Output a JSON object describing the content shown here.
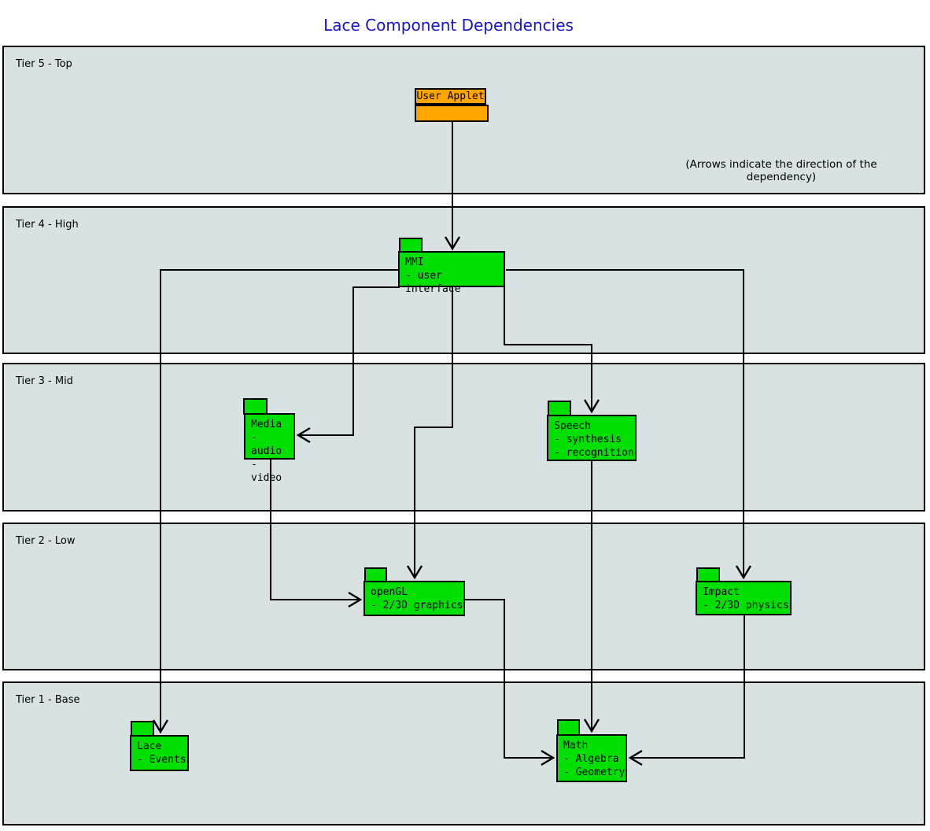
{
  "title": "Lace Component Dependencies",
  "annotation": "(Arrows indicate the direction of the dependency)",
  "tiers": [
    {
      "label": "Tier 5 - Top"
    },
    {
      "label": "Tier 4 - High"
    },
    {
      "label": "Tier 3 - Mid"
    },
    {
      "label": "Tier 2 - Low"
    },
    {
      "label": "Tier 1 - Base"
    }
  ],
  "nodes": {
    "user_applet": {
      "label": "User Applet"
    },
    "mmi": {
      "title": "MMI",
      "lines": [
        "- user interface"
      ]
    },
    "media": {
      "title": "Media",
      "lines": [
        "- audio",
        "- video"
      ]
    },
    "speech": {
      "title": "Speech",
      "lines": [
        "- synthesis",
        "- recognition"
      ]
    },
    "opengl": {
      "title": "openGL",
      "lines": [
        "- 2/3D graphics"
      ]
    },
    "impact": {
      "title": "Impact",
      "lines": [
        "- 2/3D physics"
      ]
    },
    "lace": {
      "title": "Lace",
      "lines": [
        "- Events"
      ]
    },
    "math": {
      "title": "Math",
      "lines": [
        "- Algebra",
        "- Geometry"
      ]
    }
  },
  "edges": [
    {
      "from": "User Applet",
      "to": "MMI"
    },
    {
      "from": "MMI",
      "to": "Lace"
    },
    {
      "from": "MMI",
      "to": "Impact"
    },
    {
      "from": "MMI",
      "to": "Media"
    },
    {
      "from": "MMI",
      "to": "openGL"
    },
    {
      "from": "MMI",
      "to": "Speech"
    },
    {
      "from": "Media",
      "to": "openGL"
    },
    {
      "from": "Speech",
      "to": "Math"
    },
    {
      "from": "openGL",
      "to": "Math"
    },
    {
      "from": "Impact",
      "to": "Math"
    }
  ],
  "colors": {
    "node_green": "#00e000",
    "node_orange": "#ffa500",
    "tier_bg": "#d8e2e2",
    "title_blue": "#1515cd"
  }
}
